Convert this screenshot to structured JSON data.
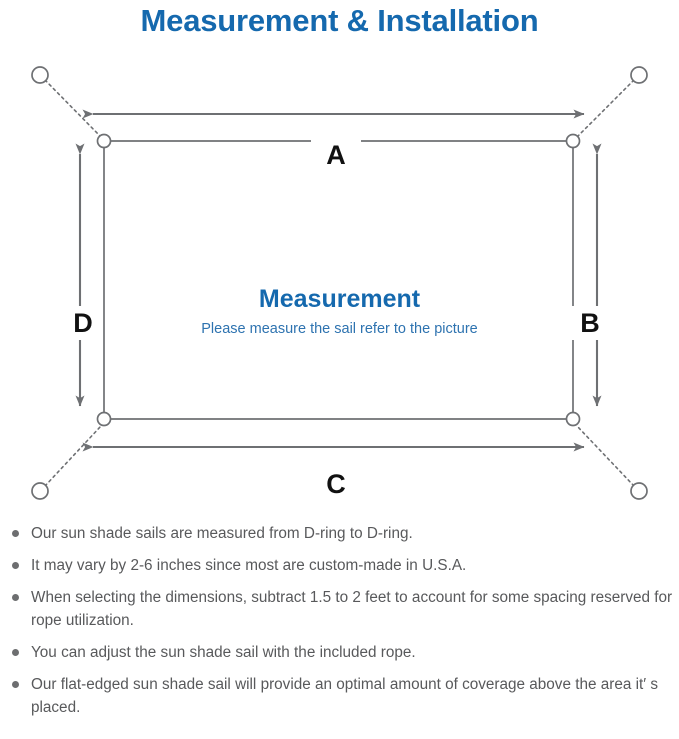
{
  "page": {
    "title": "Measurement & Installation",
    "background_color": "#ffffff",
    "accent_color": "#1569AE",
    "line_color": "#6E7073",
    "text_color": "#58595B"
  },
  "diagram": {
    "name": "sun-shade-sail-measurement-diagram",
    "center_title": "Measurement",
    "center_subtitle": "Please measure the sail refer to the picture",
    "dimension_labels": {
      "top": "A",
      "right": "B",
      "bottom": "C",
      "left": "D"
    },
    "parts": {
      "sail_label": "sail-rectangle",
      "d_ring_label": "d-ring",
      "anchor_ring_label": "anchor-ring",
      "rope_label": "rope-dotted-line"
    }
  },
  "notes": [
    "Our sun shade sails are measured from D-ring to D-ring.",
    "It may vary by 2-6 inches since most are custom-made in U.S.A.",
    "When selecting the dimensions, subtract 1.5 to 2 feet to account for some spacing reserved for rope utilization.",
    "You can adjust the sun shade sail with the included rope.",
    "Our flat-edged sun shade sail will provide an optimal amount of coverage above the area it′ s placed."
  ]
}
